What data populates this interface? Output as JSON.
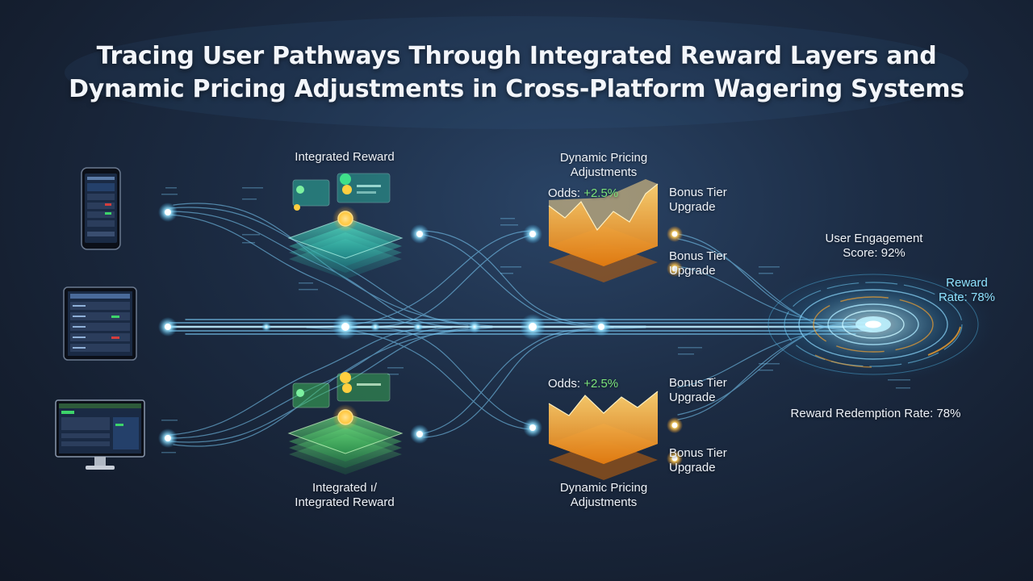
{
  "title": {
    "line1": "Tracing User Pathways Through Integrated Reward Layers and",
    "line2": "Dynamic Pricing Adjustments in Cross-Platform Wagering Systems"
  },
  "labels": {
    "reward_top": "Integrated Reward",
    "reward_bottom_line1": "Integrated ı/",
    "reward_bottom_line2": "Integrated Reward",
    "pricing_top_line1": "Dynamic Pricing",
    "pricing_top_line2": "Adjustments",
    "pricing_bottom_line1": "Dynamic Pricing",
    "pricing_bottom_line2": "Adjustments",
    "odds_top_prefix": "Odds: ",
    "odds_top_value": "+2.5%",
    "odds_bottom_prefix": "Odds: ",
    "odds_bottom_value": "+2.5%",
    "bonus_1_line1": "Bonus Tier",
    "bonus_1_line2": "Upgrade",
    "bonus_2_line1": "Bonus Tier",
    "bonus_2_line2": "Upgrade",
    "bonus_3_line1": "Bonus Tier",
    "bonus_3_line2": "Upgrade",
    "bonus_4_line1": "Bonus Tier",
    "bonus_4_line2": "Upgrade",
    "engagement_line1": "User Engagement",
    "engagement_line2": "Score: 92%",
    "reward_rate_line1": "Reward",
    "reward_rate_line2": "Rate: 78%",
    "redemption": "Reward Redemption Rate: 78%"
  },
  "devices": [
    "smartphone",
    "tablet",
    "desktop-monitor"
  ],
  "colors": {
    "flow": "#7fd3ff",
    "reward_layer": "#3fe0b0",
    "pricing_layer": "#f5a623",
    "odds_positive": "#7be37a",
    "accent_cyan": "#8fe3ff"
  }
}
